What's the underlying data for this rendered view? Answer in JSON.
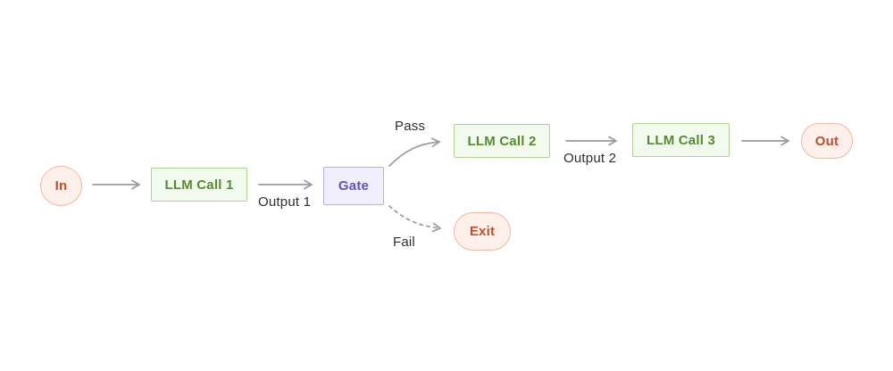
{
  "diagram": {
    "type": "flowchart",
    "description": "LLM prompt-chaining workflow with gate check",
    "nodes": {
      "in": {
        "label": "In",
        "shape": "circle",
        "style": "peach"
      },
      "llm1": {
        "label": "LLM Call 1",
        "shape": "rect",
        "style": "green"
      },
      "gate": {
        "label": "Gate",
        "shape": "rect",
        "style": "purple"
      },
      "llm2": {
        "label": "LLM Call 2",
        "shape": "rect",
        "style": "green"
      },
      "llm3": {
        "label": "LLM Call 3",
        "shape": "rect",
        "style": "green"
      },
      "out": {
        "label": "Out",
        "shape": "pill",
        "style": "peach"
      },
      "exit": {
        "label": "Exit",
        "shape": "pill",
        "style": "peach"
      }
    },
    "edges": [
      {
        "from": "in",
        "to": "llm2",
        "label": "",
        "line": "solid"
      },
      {
        "from": "llm1",
        "to": "gate",
        "label": "Output 1",
        "line": "solid"
      },
      {
        "from": "gate",
        "to": "llm2",
        "label": "Pass",
        "line": "solid"
      },
      {
        "from": "gate",
        "to": "exit",
        "label": "Fail",
        "line": "dashed"
      },
      {
        "from": "llm2",
        "to": "llm3",
        "label": "Output 2",
        "line": "solid"
      },
      {
        "from": "llm3",
        "to": "out",
        "label": "",
        "line": "solid"
      }
    ],
    "edge_labels": {
      "output1": "Output 1",
      "pass": "Pass",
      "fail": "Fail",
      "output2": "Output 2"
    },
    "colors": {
      "background": "#ffffff",
      "node_green_bg": "#f2f9ed",
      "node_green_border": "#aed194",
      "node_green_text": "#568b30",
      "node_purple_bg": "#f0effb",
      "node_purple_border": "#b7b3e2",
      "node_purple_text": "#5a54c5",
      "node_peach_bg": "#fdefe9",
      "node_peach_border": "#eebaa4",
      "node_peach_text": "#c24f2b",
      "arrow": "#9b9b9b",
      "label_text": "#2e2e2e"
    }
  }
}
